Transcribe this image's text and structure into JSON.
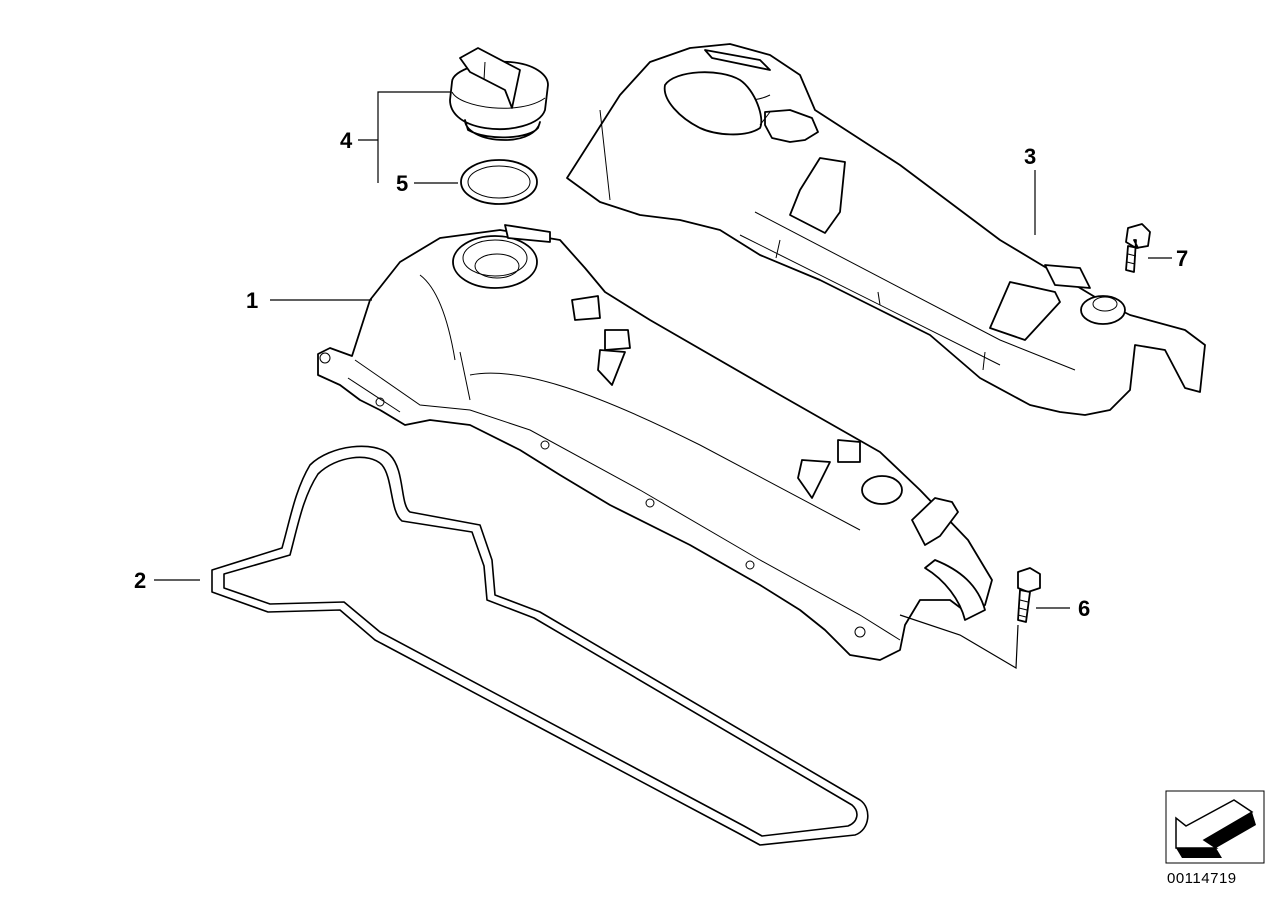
{
  "diagram": {
    "callouts": [
      {
        "id": "1",
        "label": "1"
      },
      {
        "id": "2",
        "label": "2"
      },
      {
        "id": "3",
        "label": "3"
      },
      {
        "id": "4",
        "label": "4"
      },
      {
        "id": "5",
        "label": "5"
      },
      {
        "id": "6",
        "label": "6"
      },
      {
        "id": "7",
        "label": "7"
      }
    ],
    "reference_number": "00114719",
    "nav_icon": "arrow-down-left-icon"
  }
}
